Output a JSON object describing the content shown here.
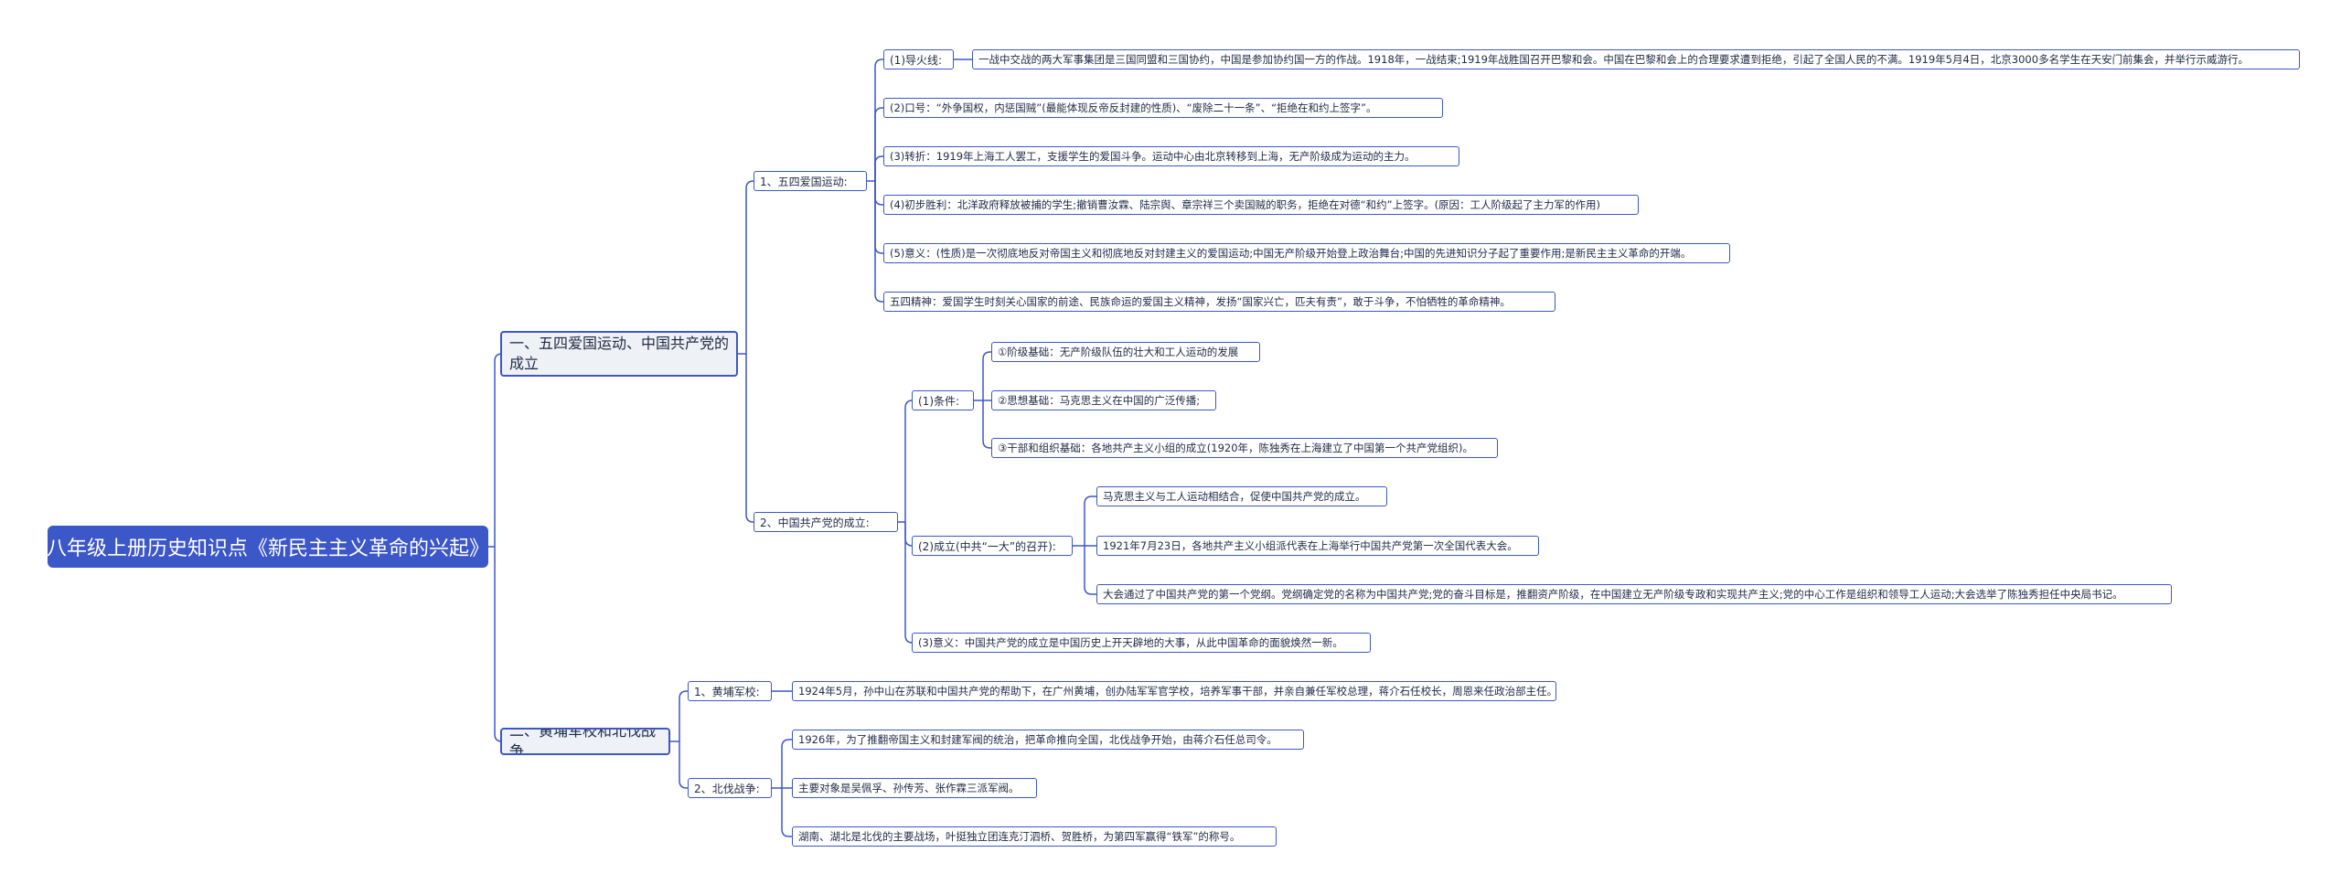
{
  "root": "八年级上册历史知识点《新民主主义革命的兴起》",
  "s1": {
    "title": "一、五四爱国运动、中国共产党的成立",
    "a": {
      "title": "1、五四爱国运动:",
      "items": [
        "(1)导火线:",
        "一战中交战的两大军事集团是三国同盟和三国协约，中国是参加协约国一方的作战。1918年，一战结束;1919年战胜国召开巴黎和会。中国在巴黎和会上的合理要求遭到拒绝，引起了全国人民的不满。1919年5月4日，北京3000多名学生在天安门前集会，并举行示威游行。",
        "(2)口号：“外争国权，内惩国贼”(最能体现反帝反封建的性质)、“废除二十一条”、“拒绝在和约上签字”。",
        "(3)转折：1919年上海工人罢工，支援学生的爱国斗争。运动中心由北京转移到上海，无产阶级成为运动的主力。",
        "(4)初步胜利：北洋政府释放被捕的学生;撤销曹汝霖、陆宗舆、章宗祥三个卖国贼的职务，拒绝在对德“和约”上签字。(原因：工人阶级起了主力军的作用)",
        "(5)意义：(性质)是一次彻底地反对帝国主义和彻底地反对封建主义的爱国运动;中国无产阶级开始登上政治舞台;中国的先进知识分子起了重要作用;是新民主主义革命的开端。",
        "五四精神：爱国学生时刻关心国家的前途、民族命运的爱国主义精神，发扬“国家兴亡，匹夫有责”，敢于斗争，不怕牺牲的革命精神。"
      ]
    },
    "b": {
      "title": "2、中国共产党的成立:",
      "cond": {
        "title": "(1)条件:",
        "items": [
          "①阶级基础：无产阶级队伍的壮大和工人运动的发展",
          "②思想基础：马克思主义在中国的广泛传播;",
          "③干部和组织基础：各地共产主义小组的成立(1920年，陈独秀在上海建立了中国第一个共产党组织)。"
        ]
      },
      "est": {
        "title": "(2)成立(中共“一大”的召开):",
        "items": [
          "马克思主义与工人运动相结合，促使中国共产党的成立。",
          "1921年7月23日，各地共产主义小组派代表在上海举行中国共产党第一次全国代表大会。",
          "大会通过了中国共产党的第一个党纲。党纲确定党的名称为中国共产党;党的奋斗目标是，推翻资产阶级，在中国建立无产阶级专政和实现共产主义;党的中心工作是组织和领导工人运动;大会选举了陈独秀担任中央局书记。"
        ]
      },
      "meaning": "(3)意义：中国共产党的成立是中国历史上开天辟地的大事，从此中国革命的面貌焕然一新。"
    }
  },
  "s2": {
    "title": "二、黄埔军校和北伐战争",
    "a": {
      "title": "1、黄埔军校:",
      "items": [
        "1924年5月，孙中山在苏联和中国共产党的帮助下，在广州黄埔，创办陆军军官学校，培养军事干部，并亲自兼任军校总理，蒋介石任校长，周恩来任政治部主任。"
      ]
    },
    "b": {
      "title": "2、北伐战争:",
      "items": [
        "1926年，为了推翻帝国主义和封建军阀的统治，把革命推向全国，北伐战争开始，由蒋介石任总司令。",
        "主要对象是吴佩孚、孙传芳、张作霖三派军阀。",
        "湖南、湖北是北伐的主要战场，叶挺独立团连克汀泗桥、贺胜桥，为第四军赢得“铁军”的称号。"
      ]
    }
  },
  "colors": {
    "accent": "#3c57c8",
    "root_bg": "#3c57c8",
    "node_bg": "#eef1f6",
    "text": "#1f2a44"
  }
}
